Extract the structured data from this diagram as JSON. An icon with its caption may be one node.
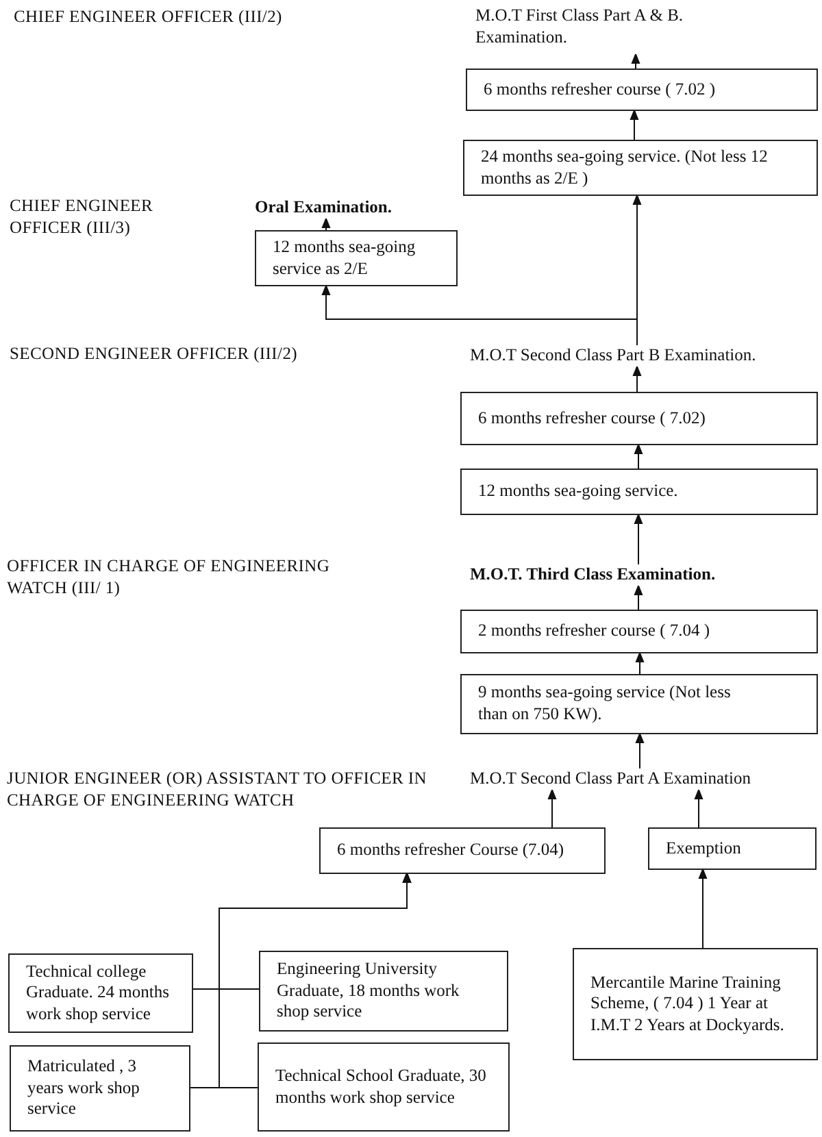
{
  "diagram": {
    "nodes": [
      {
        "text": [
          "M.O.T First Class Part A & B. Examination."
        ]
      },
      {
        "text": [
          "6 months refresher course ( 7.02 )"
        ]
      },
      {
        "text": [
          "24 months sea-going service. (Not less 12 months as 2/E )"
        ]
      },
      {
        "text": [
          "Oral Examination."
        ]
      },
      {
        "text": [
          "12 months sea-going service as 2/E"
        ]
      },
      {
        "text": [
          "M.O.T Second Class Part B Examination."
        ]
      },
      {
        "text": [
          "6 months refresher course ( 7.02)"
        ]
      },
      {
        "text": [
          "12 months sea-going service."
        ]
      },
      {
        "text": [
          "M.O.T. Third Class Examination."
        ]
      },
      {
        "text": [
          "2 months refresher course ( 7.04 )"
        ]
      },
      {
        "text": [
          "9 months sea-going service (Not less than on 750 KW)."
        ]
      },
      {
        "text": [
          "M.O.T Second Class Part A Examination"
        ]
      },
      {
        "text": [
          "6 months refresher Course (7.04)"
        ]
      },
      {
        "text": [
          "Exemption"
        ]
      },
      {
        "text": [
          "Technical college Graduate. 24 months work shop service"
        ]
      },
      {
        "text": [
          "Engineering University Graduate, 18 months work shop service"
        ]
      },
      {
        "text": [
          "Matriculated , 3 years work shop service"
        ]
      },
      {
        "text": [
          "Technical School Graduate, 30 months work shop service"
        ]
      },
      {
        "text": [
          "Mercantile Marine Training Scheme, ( 7.04 ) 1 Year at I.M.T 2 Years at Dockyards."
        ]
      }
    ],
    "edges": [
      {
        "from": 1,
        "to": 0,
        "arrow": "to"
      },
      {
        "from": 2,
        "to": 1,
        "arrow": "to"
      },
      {
        "from": 4,
        "to": 3,
        "arrow": "to"
      },
      {
        "from": 5,
        "to": 2,
        "arrow": "to"
      },
      {
        "from": 5,
        "to": 4,
        "arrow": "to"
      },
      {
        "from": 6,
        "to": 5,
        "arrow": "to"
      },
      {
        "from": 7,
        "to": 6,
        "arrow": "to"
      },
      {
        "from": 8,
        "to": 7,
        "arrow": "to"
      },
      {
        "from": 9,
        "to": 8,
        "arrow": "to"
      },
      {
        "from": 10,
        "to": 9,
        "arrow": "to"
      },
      {
        "from": 11,
        "to": 10,
        "arrow": "to"
      },
      {
        "from": 12,
        "to": 11,
        "arrow": "to"
      },
      {
        "from": 13,
        "to": 11,
        "arrow": "to"
      },
      {
        "from": 18,
        "to": 13,
        "arrow": "to"
      },
      {
        "from": 14,
        "to": 12,
        "arrow": "to"
      },
      {
        "from": 15,
        "to": 12,
        "arrow": "to"
      },
      {
        "from": 16,
        "to": 12,
        "arrow": "to"
      },
      {
        "from": 17,
        "to": 12,
        "arrow": "to"
      }
    ],
    "labels": [
      "CHIEF ENGINEER OFFICER (III/2)",
      "CHIEF ENGINEER OFFICER (III/3)",
      "SECOND ENGINEER OFFICER (III/2)",
      "OFFICER IN CHARGE OF ENGINEERING WATCH (III/ 1)",
      "JUNIOR ENGINEER (OR) ASSISTANT TO OFFICER IN CHARGE OF ENGINEERING WATCH"
    ]
  }
}
